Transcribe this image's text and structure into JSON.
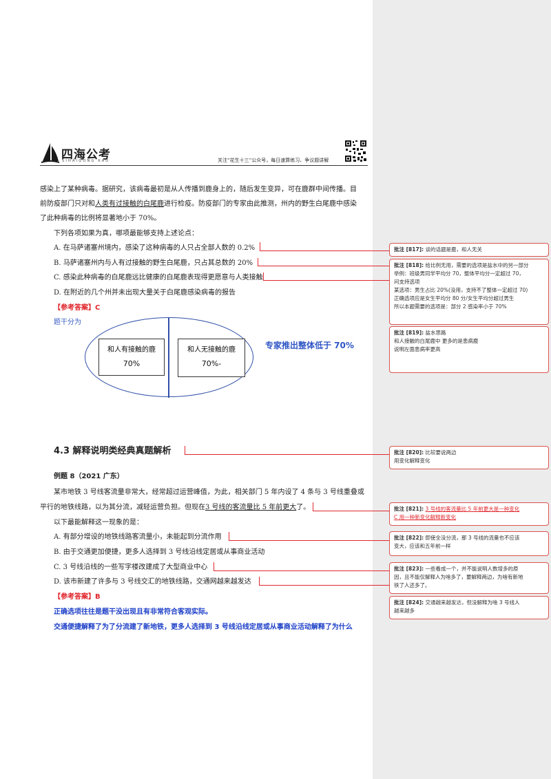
{
  "header": {
    "brand": "四海公考",
    "brand_sub": "SIHAIGONG KAO",
    "note": "关注“花生十三”公众号，每日速算练习、争议题讲解"
  },
  "q1": {
    "line1": "感染上了某种病毒。据研究，该病毒最初是从人传播到鹿身上的，随后发生变异，可在鹿群中间传播。目",
    "line2a": "前防疫部门只对和",
    "line2b": "人类有过接触的白尾鹿",
    "line2c": "进行检疫。防疫部门的专家由此推测，州内的野生白尾鹿中感染",
    "line3": "了此种病毒的比例将显著地小于 70%。",
    "prompt": "下列各项如果为真，哪项最能够支持上述论点：",
    "option_a": "A. 在马萨诸塞州境内，感染了这种病毒的人只占全部人数的 0.2%",
    "option_b": "B. 马萨诸塞州内与人有过接触的野生白尾鹿，只占其总数的 20%",
    "option_c": "C. 感染此种病毒的白尾鹿远比健康的白尾鹿表现得更愿意与人类接触",
    "option_d": "D. 在附近的几个州并未出现大量关于白尾鹿感染病毒的报告",
    "answer_label": "【参考答案】",
    "answer": "C",
    "split_note": "题干分为"
  },
  "diagram": {
    "left_title": "和人有接触的鹿",
    "left_value": "70%",
    "right_title": "和人无接触的鹿",
    "right_value": "70%-",
    "expert": "专家推出整体低于 70%"
  },
  "section": {
    "title": "4.3   解释说明类经典真题解析"
  },
  "q2": {
    "example": "例题 8（2021 广东）",
    "line1": "某市地铁 3 号线客流量非常大，经常超过运营峰值，为此，相关部门 5 年内设了 4 条与 3 号线重叠或",
    "line2a": "平行的地铁线路，以为其分流，减轻运营负担。但现在",
    "line2b": "3 号线的客流量比 5 年前更大",
    "line2c": "了。",
    "prompt": "以下最能解释这一现象的是：",
    "option_a": "A. 有部分增设的地铁线路客流量小，未能起到分流作用",
    "option_b": "B. 由于交通更加便捷，更多人选择到 3 号线沿线定居或从事商业活动",
    "option_c": "C. 3 号线沿线的一些写字楼改建成了大型商业中心",
    "option_d": "D. 该市新建了许多与 3 号线交汇的地铁线路，交通网越来越发达",
    "answer_label": "【参考答案】",
    "answer": "B",
    "note1": "正确选项往往是题干没出现且有非常符合客观实际。",
    "note2": "交通便捷解释了为了分流建了新地铁，更多人选择到 3 号线沿线定居或从事商业活动解释了为什么"
  },
  "comments": [
    {
      "label": "批注 [817]:",
      "lines": [
        "谈的话题是鹿，和人无关"
      ]
    },
    {
      "label": "批注 [818]:",
      "lines": [
        "给比例无用，需要的选项是盐水中的另一部分",
        "举例：班级男同学平均分 70，整体平均分一定超过 70，",
        "问支持选项",
        "某选项：男生占比 20%(没用，支持不了整体一定超过 70)",
        "正确选项应是女生平均分 80 分/女生平均分超过男生",
        "所以本题需要的选项是：部分 2 感染率小于 70%"
      ]
    },
    {
      "label": "批注 [819]:",
      "lines": [
        "盐水思路",
        "和人接触的白尾鹿中 更多的是患病鹿",
        "说明左面患病率更高"
      ]
    },
    {
      "label": "批注 [820]:",
      "lines": [
        "比较要说两边",
        "用变化解释变化"
      ]
    },
    {
      "label": "批注 [821]:",
      "lines": [
        "3 号线的客流量比 5 年前更大是一种变化",
        "C 用一种新变化解释新变化"
      ]
    },
    {
      "label": "批注 [822]:",
      "lines": [
        "即使全没分流，那 3 号线的流量也不应该",
        "变大，应该和五年前一样"
      ]
    },
    {
      "label": "批注 [823]:",
      "lines": [
        "一些看成一个，并不能说明人数增多的原",
        "因，且不能仅解释人为啥多了，要解释两边，为啥有新地",
        "铁了人还多了。"
      ]
    },
    {
      "label": "批注 [824]:",
      "lines": [
        "交通越来越发达，但没解释为啥 3 号线人",
        "越来越多"
      ]
    }
  ]
}
